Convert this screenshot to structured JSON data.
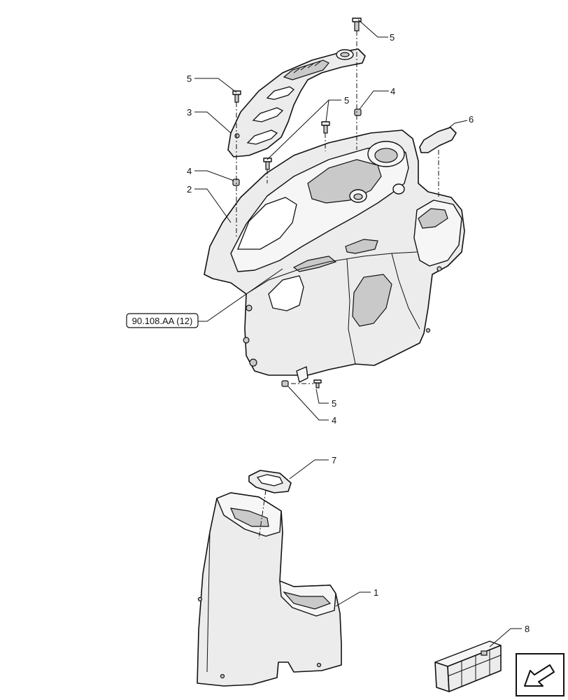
{
  "callouts": {
    "c1": "1",
    "c2": "2",
    "c3": "3",
    "c4a": "4",
    "c4b": "4",
    "c4c": "4",
    "c5a": "5",
    "c5b": "5",
    "c5c": "5",
    "c5d": "5",
    "c6": "6",
    "c7": "7",
    "c8": "8"
  },
  "reference": {
    "label": "90.108.AA (12)"
  },
  "icons": {
    "crate": "kit-crate-icon",
    "navigation": "next-page-arrow-icon"
  }
}
